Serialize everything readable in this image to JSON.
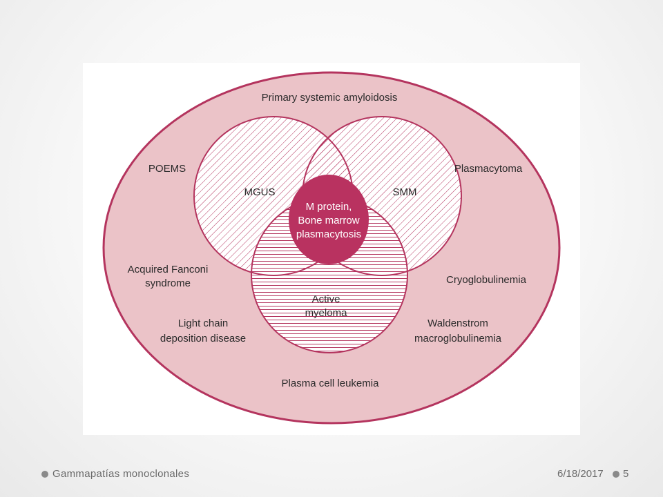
{
  "diagram": {
    "outer_label": "Primary systemic amyloidosis",
    "surrounding_labels": {
      "poems": "POEMS",
      "plasmacytoma": "Plasmacytoma",
      "fanconi_line1": "Acquired Fanconi",
      "fanconi_line2": "syndrome",
      "cryoglobulinemia": "Cryoglobulinemia",
      "light_chain_line1": "Light chain",
      "light_chain_line2": "deposition disease",
      "waldenstrom_line1": "Waldenstrom",
      "waldenstrom_line2": "macroglobulinemia",
      "plasma_cell_leukemia": "Plasma cell leukemia"
    },
    "circles": {
      "mgus": "MGUS",
      "smm": "SMM",
      "active_line1": "Active",
      "active_line2": "myeloma"
    },
    "center": {
      "line1": "M protein,",
      "line2": "Bone marrow",
      "line3": "plasmacytosis"
    },
    "colors": {
      "outer_fill": "#ebc3c8",
      "stroke": "#b4345e",
      "center_fill": "#b93260",
      "hatch": "#b4345e"
    }
  },
  "footer": {
    "title": "Gammapatías monoclonales",
    "date": "6/18/2017",
    "page": "5"
  }
}
